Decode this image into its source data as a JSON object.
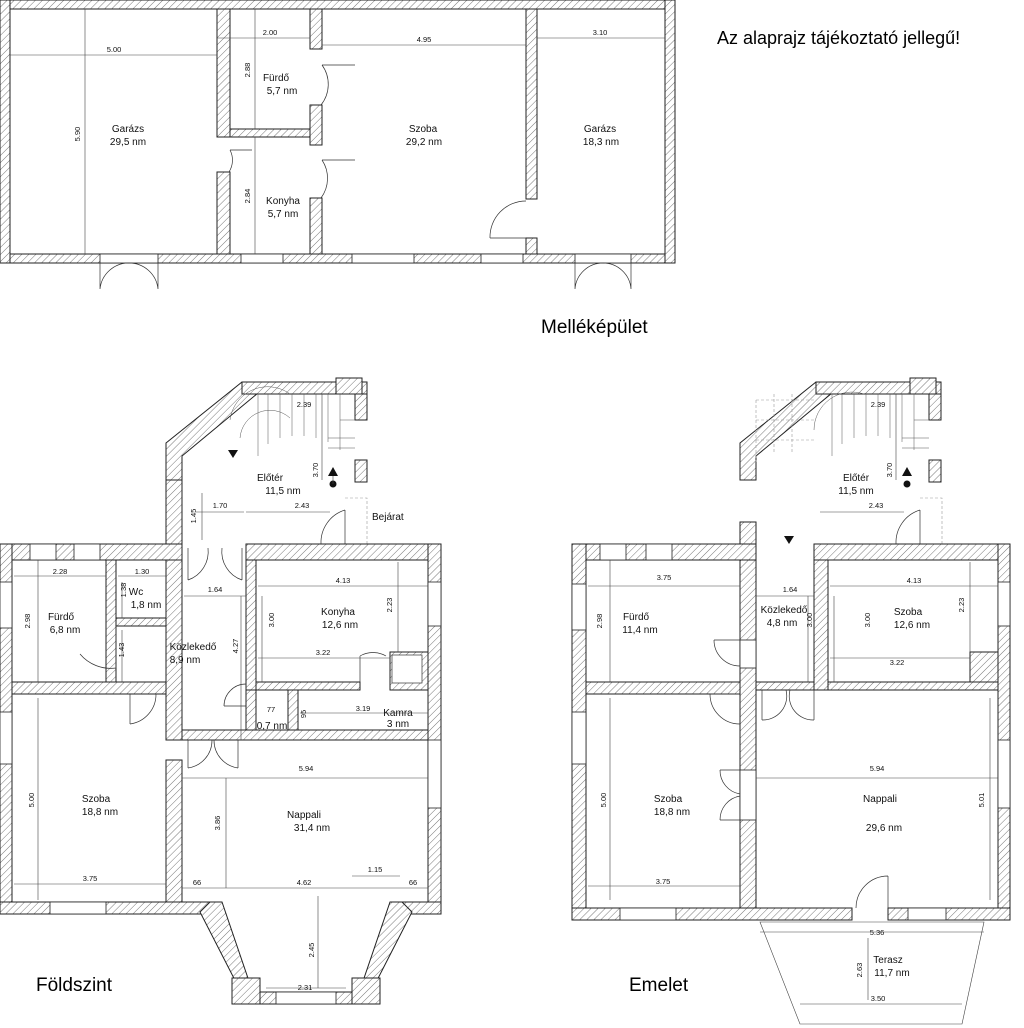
{
  "texts": {
    "disclaimer": "Az alaprajz tájékoztató jellegű!",
    "annex": "Melléképület",
    "ground": "Földszint",
    "upper": "Emelet",
    "entrance": "Bejárat"
  },
  "rooms": [
    {
      "id": "ann-garage-l",
      "name": "Garázs",
      "area": "29,5 nm"
    },
    {
      "id": "ann-bath",
      "name": "Fürdő",
      "area": "5,7 nm"
    },
    {
      "id": "ann-kitchen",
      "name": "Konyha",
      "area": "5,7 nm"
    },
    {
      "id": "ann-room",
      "name": "Szoba",
      "area": "29,2 nm"
    },
    {
      "id": "ann-garage-r",
      "name": "Garázs",
      "area": "18,3 nm"
    },
    {
      "id": "g-hall",
      "name": "Előtér",
      "area": "11,5 nm"
    },
    {
      "id": "g-bath",
      "name": "Fürdő",
      "area": "6,8 nm"
    },
    {
      "id": "g-wc",
      "name": "Wc",
      "area": "1,8 nm"
    },
    {
      "id": "g-corridor",
      "name": "Közlekedő",
      "area": "8,9 nm"
    },
    {
      "id": "g-kitchen",
      "name": "Konyha",
      "area": "12,6 nm"
    },
    {
      "id": "g-closet",
      "name": "",
      "area": "0,7 nm"
    },
    {
      "id": "g-pantry",
      "name": "Kamra",
      "area": "3 nm"
    },
    {
      "id": "g-room",
      "name": "Szoba",
      "area": "18,8 nm"
    },
    {
      "id": "g-living",
      "name": "Nappali",
      "area": "31,4 nm"
    },
    {
      "id": "u-hall",
      "name": "Előtér",
      "area": "11,5 nm"
    },
    {
      "id": "u-bath",
      "name": "Fürdő",
      "area": "11,4 nm"
    },
    {
      "id": "u-corridor",
      "name": "Közlekedő",
      "area": "4,8 nm"
    },
    {
      "id": "u-room-small",
      "name": "Szoba",
      "area": "12,6 nm"
    },
    {
      "id": "u-room",
      "name": "Szoba",
      "area": "18,8 nm"
    },
    {
      "id": "u-living",
      "name": "Nappali",
      "area": "29,6 nm"
    },
    {
      "id": "u-terrace",
      "name": "Terasz",
      "area": "11,7 nm"
    }
  ],
  "dims": {
    "a1": "5.00",
    "a2": "5.90",
    "a3": "2.00",
    "a4": "2.88",
    "a5": "2.84",
    "a6": "4.95",
    "a7": "3.10",
    "g1": "2.39",
    "g2": "3.70",
    "g3": "1.45",
    "g4": "1.70",
    "g5": "2.43",
    "g6": "2.28",
    "g7": "1.30",
    "g8": "1.38",
    "g9": "2.98",
    "g10": "1.43",
    "g11": "1.64",
    "g12": "4.27",
    "g13": "4.13",
    "g14": "3.00",
    "g15": "2.23",
    "g16": "3.22",
    "g17": "77",
    "g18": "95",
    "g19": "3.19",
    "g20": "5.00",
    "g21": "3.75",
    "g22": "5.94",
    "g23": "3.86",
    "g24": "1.15",
    "g25": "66",
    "g26": "4.62",
    "g27": "66",
    "g28": "2.45",
    "g29": "2.31",
    "u1": "2.39",
    "u2": "3.70",
    "u3": "2.43",
    "u4": "3.75",
    "u5": "1.64",
    "u6": "4.13",
    "u7": "2.98",
    "u8": "3.00",
    "u9": "3.00",
    "u10": "2.23",
    "u11": "3.22",
    "u12": "5.94",
    "u13": "5.00",
    "u14": "5.01",
    "u15": "3.75",
    "u16": "5.36",
    "u17": "2.63",
    "u18": "3.50"
  }
}
